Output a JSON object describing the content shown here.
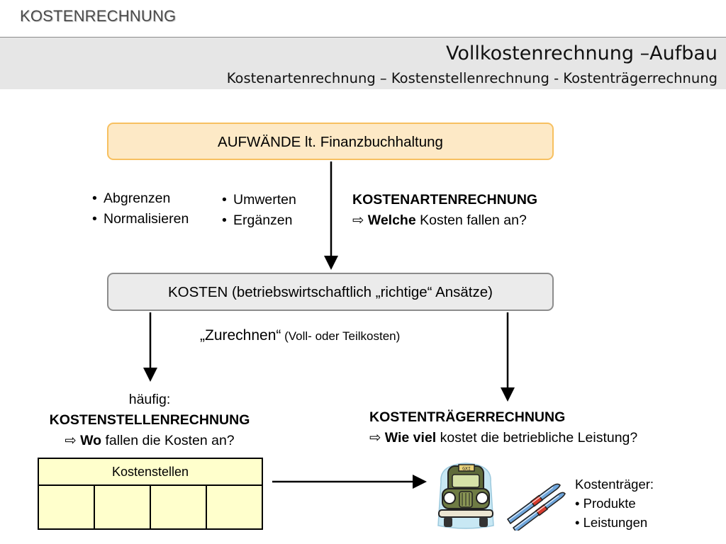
{
  "header": {
    "section_tag": "KOSTENRECHNUNG"
  },
  "title": {
    "main": "Vollkostenrechnung –Aufbau",
    "subtitle": "Kostenartenrechnung – Kostenstellenrechnung - Kostenträgerrechnung"
  },
  "boxes": {
    "aufwaende": "AUFWÄNDE  lt. Finanzbuchhaltung",
    "kosten": "KOSTEN (betriebswirtschaftlich „richtige“ Ansätze)"
  },
  "adjustments": {
    "left": [
      "Abgrenzen",
      "Normalisieren"
    ],
    "right": [
      "Umwerten",
      "Ergänzen"
    ]
  },
  "kostenarten": {
    "heading": "KOSTENARTENRECHNUNG",
    "question_bold": "Welche",
    "question_rest": " Kosten fallen an?"
  },
  "zurechnen": {
    "main": "„Zurechnen“",
    "note": " (Voll- oder Teilkosten)"
  },
  "kostenstellen": {
    "prefix": "häufig:",
    "heading": "KOSTENSTELLENRECHNUNG",
    "question_bold": "Wo",
    "question_rest": " fallen die Kosten an?",
    "table_header": "Kostenstellen"
  },
  "kostentraeger": {
    "heading": "KOSTENTRÄGERRECHNUNG",
    "question_bold": "Wie viel",
    "question_rest": " kostet die betriebliche Leistung?",
    "list_title": "Kostenträger:",
    "items": [
      "Produkte",
      "Leistungen"
    ],
    "taxi_sign": "GXI"
  },
  "arrow_glyph": "⇨",
  "colors": {
    "aufwaende_fill": "#fde9c6",
    "aufwaende_border": "#f7c060",
    "kosten_fill": "#ebebeb",
    "kosten_border": "#8c8c8c",
    "table_fill": "#ffffcc",
    "title_band": "#e6e6e6"
  },
  "icons": [
    "taxi-car-icon",
    "skis-icon",
    "hollow-right-arrow-icon"
  ]
}
